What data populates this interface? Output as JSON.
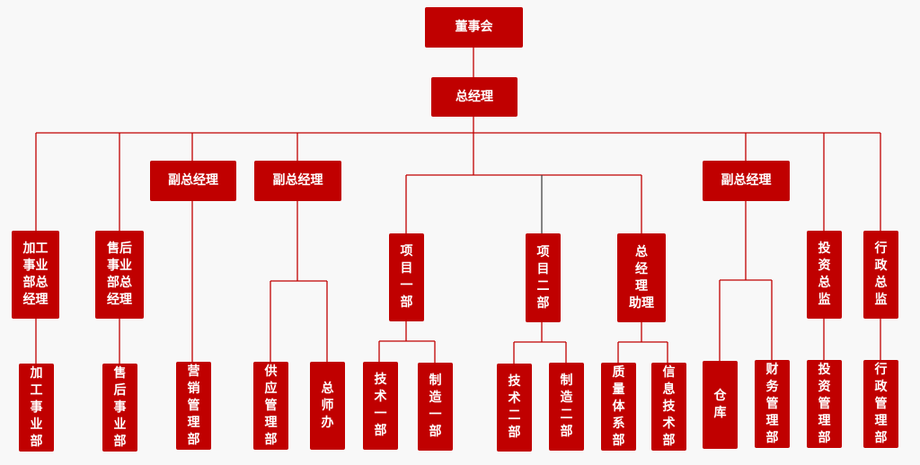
{
  "colors": {
    "node": "#c00000",
    "line": "#c00000",
    "background": "#f8f8f8"
  },
  "nodes": {
    "board": {
      "label": "董事会"
    },
    "gm": {
      "label": "总经理"
    },
    "vgm1": {
      "label": "副总经理"
    },
    "vgm2": {
      "label": "副总经理"
    },
    "vgm3": {
      "label": "副总经理"
    },
    "proc_gm": {
      "label": "加工\n事业\n部总\n经理"
    },
    "after_gm": {
      "label": "售后\n事业\n部总\n经理"
    },
    "proj1": {
      "label": "项\n目\n一\n部"
    },
    "proj2": {
      "label": "项\n目\n二\n部"
    },
    "gm_assist": {
      "label": "总\n经\n理\n助理"
    },
    "invest_dir": {
      "label": "投\n资\n总\n监"
    },
    "admin_dir": {
      "label": "行\n政\n总\n监"
    },
    "proc_dept": {
      "label": "加\n工\n事\n业\n部"
    },
    "after_dept": {
      "label": "售\n后\n事\n业\n部"
    },
    "marketing": {
      "label": "营\n销\n管\n理\n部"
    },
    "supply": {
      "label": "供\n应\n管\n理\n部"
    },
    "chief_eng": {
      "label": "总\n师\n办"
    },
    "tech1": {
      "label": "技\n术\n一\n部"
    },
    "mfg1": {
      "label": "制\n造\n一\n部"
    },
    "tech2": {
      "label": "技\n术\n二\n部"
    },
    "mfg2": {
      "label": "制\n造\n二\n部"
    },
    "quality": {
      "label": "质\n量\n体\n系\n部"
    },
    "it": {
      "label": "信\n息\n技\n术\n部"
    },
    "warehouse": {
      "label": "仓\n库"
    },
    "finance": {
      "label": "财\n务\n管\n理\n部"
    },
    "invest_dept": {
      "label": "投\n资\n管\n理\n部"
    },
    "admin_dept": {
      "label": "行\n政\n管\n理\n部"
    }
  },
  "edges": [
    [
      "board",
      "gm"
    ],
    [
      "gm",
      "proc_gm"
    ],
    [
      "gm",
      "after_gm"
    ],
    [
      "gm",
      "vgm1"
    ],
    [
      "gm",
      "vgm2"
    ],
    [
      "gm",
      "proj1"
    ],
    [
      "gm",
      "proj2"
    ],
    [
      "gm",
      "gm_assist"
    ],
    [
      "gm",
      "vgm3"
    ],
    [
      "gm",
      "invest_dir"
    ],
    [
      "gm",
      "admin_dir"
    ],
    [
      "proc_gm",
      "proc_dept"
    ],
    [
      "after_gm",
      "after_dept"
    ],
    [
      "vgm1",
      "marketing"
    ],
    [
      "vgm2",
      "supply"
    ],
    [
      "vgm2",
      "chief_eng"
    ],
    [
      "proj1",
      "tech1"
    ],
    [
      "proj1",
      "mfg1"
    ],
    [
      "proj2",
      "tech2"
    ],
    [
      "proj2",
      "mfg2"
    ],
    [
      "gm_assist",
      "quality"
    ],
    [
      "gm_assist",
      "it"
    ],
    [
      "vgm3",
      "warehouse"
    ],
    [
      "vgm3",
      "finance"
    ],
    [
      "invest_dir",
      "invest_dept"
    ],
    [
      "admin_dir",
      "admin_dept"
    ]
  ]
}
